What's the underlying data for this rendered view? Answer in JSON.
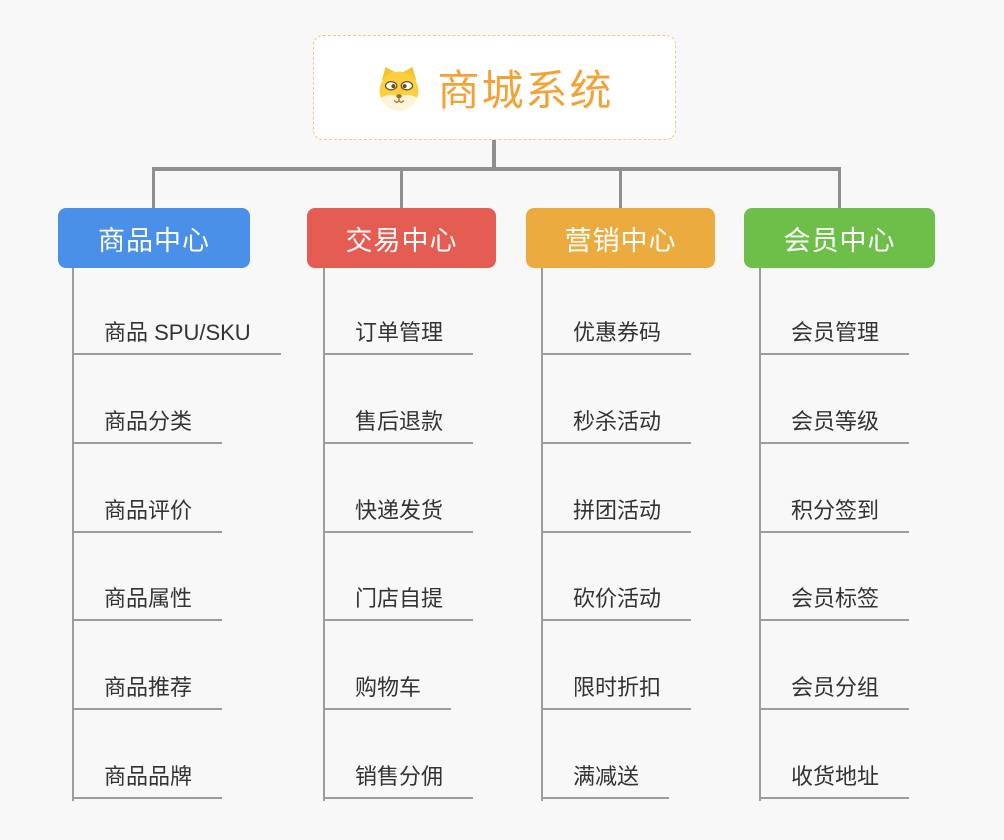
{
  "root": {
    "title": "商城系统",
    "icon": "dog-face-icon",
    "accent_color": "#f2a338",
    "border_color": "#f6c87e"
  },
  "lines": {
    "connector_color": "#8f8f8f",
    "underline_color": "#9c9c9c"
  },
  "branches": [
    {
      "label": "商品中心",
      "color": "#4a8fe8",
      "items": [
        "商品 SPU/SKU",
        "商品分类",
        "商品评价",
        "商品属性",
        "商品推荐",
        "商品品牌"
      ]
    },
    {
      "label": "交易中心",
      "color": "#e45c52",
      "items": [
        "订单管理",
        "售后退款",
        "快递发货",
        "门店自提",
        "购物车",
        "销售分佣"
      ]
    },
    {
      "label": "营销中心",
      "color": "#ecab3f",
      "items": [
        "优惠券码",
        "秒杀活动",
        "拼团活动",
        "砍价活动",
        "限时折扣",
        "满减送"
      ]
    },
    {
      "label": "会员中心",
      "color": "#6dbf49",
      "items": [
        "会员管理",
        "会员等级",
        "积分签到",
        "会员标签",
        "会员分组",
        "收货地址"
      ]
    }
  ]
}
